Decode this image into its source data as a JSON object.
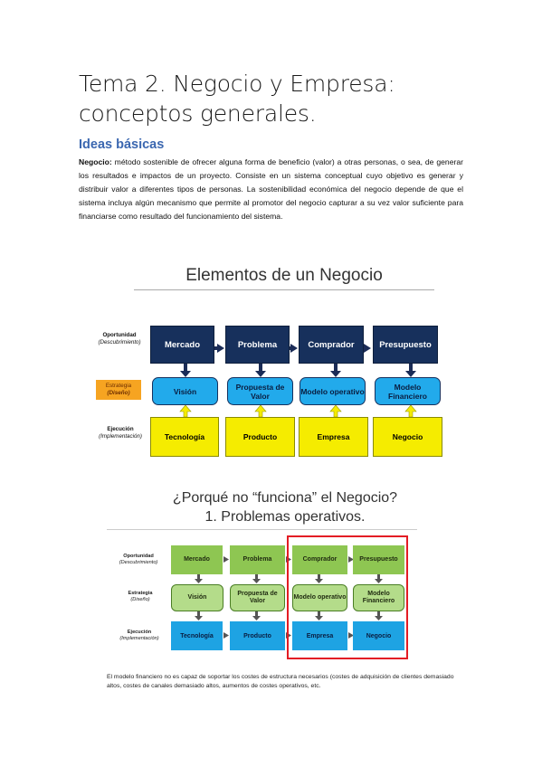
{
  "document": {
    "title": "Tema 2. Negocio y Empresa: conceptos generales.",
    "section_heading": "Ideas básicas",
    "paragraph_term": "Negocio:",
    "paragraph_body": " método sostenible de ofrecer alguna forma de beneficio (valor) a otras personas, o sea, de generar los resultados e impactos de un proyecto. Consiste en un sistema conceptual cuyo objetivo es generar y distribuir valor a diferentes tipos de personas. La sostenibilidad económica del negocio depende de que el sistema incluya algún mecanismo que permite al promotor del negocio capturar a su vez valor suficiente para financiarse como resultado del funcionamiento del sistema."
  },
  "diagram1": {
    "title": "Elementos de un Negocio",
    "row_labels": {
      "opportunity": "Oportunidad",
      "opportunity_sub": "(Descubrimiento)",
      "strategy": "Estrategia",
      "strategy_sub": "(Diseño)",
      "execution": "Ejecución",
      "execution_sub": "(Implementación)"
    },
    "row1": [
      "Mercado",
      "Problema",
      "Comprador",
      "Presupuesto"
    ],
    "row2": [
      "Visión",
      "Propuesta de Valor",
      "Modelo operativo",
      "Modelo Financiero"
    ],
    "row3": [
      "Tecnología",
      "Producto",
      "Empresa",
      "Negocio"
    ],
    "colors": {
      "navy": "#17305c",
      "cyan": "#22aaeb",
      "yellow": "#f5ec00",
      "strategy_badge": "#f6a421"
    }
  },
  "diagram2": {
    "title_line1": "¿Porqué no “funciona” el Negocio?",
    "title_line2": "1. Problemas operativos.",
    "row_labels": {
      "opportunity": "Oportunidad",
      "opportunity_sub": "(Descubrimiento)",
      "strategy": "Estrategia",
      "strategy_sub": "(Diseño)",
      "execution": "Ejecución",
      "execution_sub": "(Implementación)"
    },
    "row1": [
      "Mercado",
      "Problema",
      "Comprador",
      "Presupuesto"
    ],
    "row2": [
      "Visión",
      "Propuesta de Valor",
      "Modelo operativo",
      "Modelo Financiero"
    ],
    "row3": [
      "Tecnología",
      "Producto",
      "Empresa",
      "Negocio"
    ],
    "caption": "El modelo financiero no es capaz de soportar los costes de estructura necesarios (costes de adquisición de clientes demasiado altos, costes de canales demasiado altos, aumentos de costes operativos, etc.",
    "colors": {
      "green": "#8ec652",
      "light_green": "#b4dc8a",
      "blue": "#1ea3e3",
      "highlight": "#e31c24"
    }
  }
}
